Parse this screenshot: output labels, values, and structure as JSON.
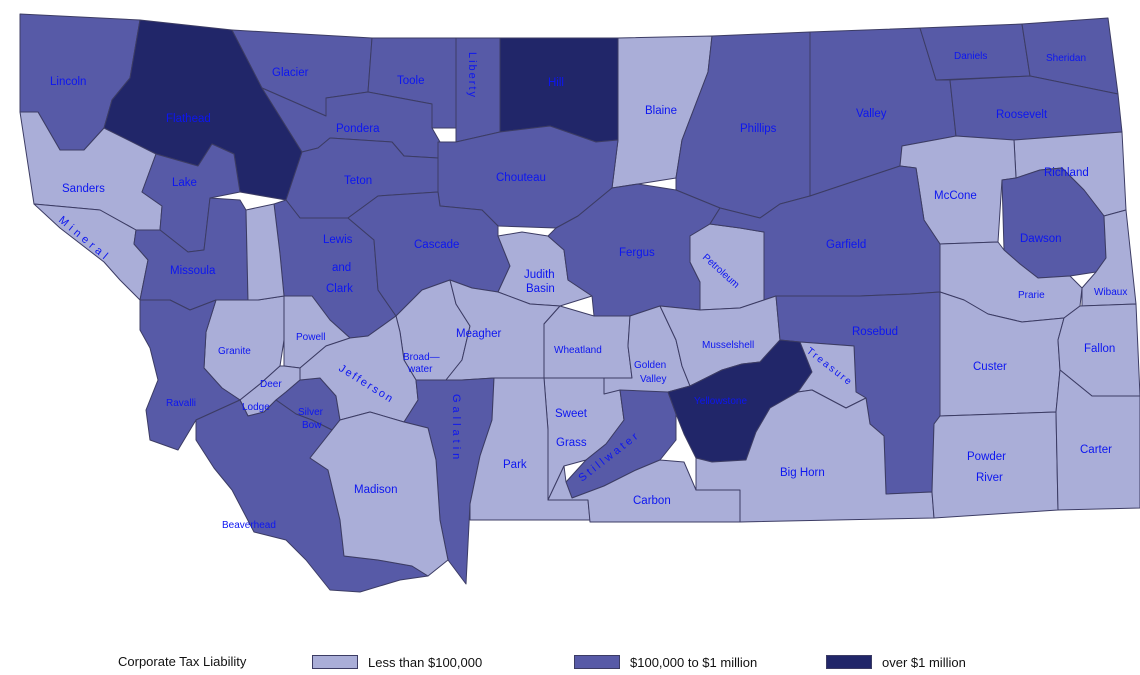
{
  "colors": {
    "low": "#aaaed8",
    "mid": "#575aa7",
    "high": "#212669",
    "border": "#3c3c64",
    "label": "#0d16f0"
  },
  "legend": {
    "title": "Corporate Tax Liability",
    "items": [
      {
        "key": "low",
        "label": "Less than $100,000"
      },
      {
        "key": "mid",
        "label": "$100,000 to $1 million"
      },
      {
        "key": "high",
        "label": "over $1 million"
      }
    ]
  },
  "counties": [
    {
      "name": "Lincoln",
      "cat": "mid"
    },
    {
      "name": "Flathead",
      "cat": "high"
    },
    {
      "name": "Glacier",
      "cat": "mid"
    },
    {
      "name": "Toole",
      "cat": "mid"
    },
    {
      "name": "Liberty",
      "cat": "mid"
    },
    {
      "name": "Hill",
      "cat": "high"
    },
    {
      "name": "Blaine",
      "cat": "low"
    },
    {
      "name": "Phillips",
      "cat": "mid"
    },
    {
      "name": "Valley",
      "cat": "mid"
    },
    {
      "name": "Daniels",
      "cat": "mid"
    },
    {
      "name": "Sheridan",
      "cat": "mid"
    },
    {
      "name": "Roosevelt",
      "cat": "mid"
    },
    {
      "name": "Sanders",
      "cat": "low"
    },
    {
      "name": "Lake",
      "cat": "mid"
    },
    {
      "name": "Pondera",
      "cat": "mid"
    },
    {
      "name": "Teton",
      "cat": "mid"
    },
    {
      "name": "Chouteau",
      "cat": "mid"
    },
    {
      "name": "Richland",
      "cat": "low"
    },
    {
      "name": "McCone",
      "cat": "low"
    },
    {
      "name": "Mineral",
      "cat": "low"
    },
    {
      "name": "Missoula",
      "cat": "mid"
    },
    {
      "name": "Lewis and Clark",
      "cat": "mid"
    },
    {
      "name": "Cascade",
      "cat": "mid"
    },
    {
      "name": "Judith Basin",
      "cat": "low"
    },
    {
      "name": "Fergus",
      "cat": "mid"
    },
    {
      "name": "Petroleum",
      "cat": "low"
    },
    {
      "name": "Garfield",
      "cat": "mid"
    },
    {
      "name": "Dawson",
      "cat": "mid"
    },
    {
      "name": "Prairie",
      "cat": "low"
    },
    {
      "name": "Wibaux",
      "cat": "low"
    },
    {
      "name": "Granite",
      "cat": "low"
    },
    {
      "name": "Powell",
      "cat": "low"
    },
    {
      "name": "Broadwater",
      "cat": "low"
    },
    {
      "name": "Meagher",
      "cat": "low"
    },
    {
      "name": "Wheatland",
      "cat": "low"
    },
    {
      "name": "Golden Valley",
      "cat": "low"
    },
    {
      "name": "Musselshell",
      "cat": "low"
    },
    {
      "name": "Rosebud",
      "cat": "mid"
    },
    {
      "name": "Custer",
      "cat": "low"
    },
    {
      "name": "Fallon",
      "cat": "low"
    },
    {
      "name": "Ravalli",
      "cat": "mid"
    },
    {
      "name": "Deer Lodge",
      "cat": "low"
    },
    {
      "name": "Silver Bow",
      "cat": "mid"
    },
    {
      "name": "Jefferson",
      "cat": "low"
    },
    {
      "name": "Gallatin",
      "cat": "mid"
    },
    {
      "name": "Sweet Grass",
      "cat": "low"
    },
    {
      "name": "Stillwater",
      "cat": "mid"
    },
    {
      "name": "Yellowstone",
      "cat": "high"
    },
    {
      "name": "Treasure",
      "cat": "low"
    },
    {
      "name": "Beaverhead",
      "cat": "mid"
    },
    {
      "name": "Madison",
      "cat": "low"
    },
    {
      "name": "Park",
      "cat": "low"
    },
    {
      "name": "Carbon",
      "cat": "low"
    },
    {
      "name": "Big Horn",
      "cat": "low"
    },
    {
      "name": "Powder River",
      "cat": "low"
    },
    {
      "name": "Carter",
      "cat": "low"
    }
  ],
  "labels": {
    "lincoln": "Lincoln",
    "flathead": "Flathead",
    "glacier": "Glacier",
    "toole": "Toole",
    "liberty": "Liberty",
    "hill": "Hill",
    "blaine": "Blaine",
    "phillips": "Phillips",
    "valley": "Valley",
    "daniels": "Daniels",
    "sheridan": "Sheridan",
    "roosevelt": "Roosevelt",
    "sanders": "Sanders",
    "lake": "Lake",
    "pondera": "Pondera",
    "teton": "Teton",
    "chouteau": "Chouteau",
    "richland": "Richland",
    "mccone": "McCone",
    "mineral": "Mineral",
    "missoula": "Missoula",
    "lewis1": "Lewis",
    "lewis2": "and",
    "lewis3": "Clark",
    "cascade": "Cascade",
    "judith1": "Judith",
    "judith2": "Basin",
    "fergus": "Fergus",
    "petroleum": "Petroleum",
    "garfield": "Garfield",
    "dawson": "Dawson",
    "prairie": "Prarie",
    "wibaux": "Wibaux",
    "granite": "Granite",
    "powell": "Powell",
    "broad1": "Broad—",
    "broad2": "water",
    "meagher": "Meagher",
    "wheatland": "Wheatland",
    "golden1": "Golden",
    "golden2": "Valley",
    "musselshell": "Musselshell",
    "rosebud": "Rosebud",
    "custer": "Custer",
    "fallon": "Fallon",
    "ravalli": "Ravalli",
    "deer": "Deer",
    "lodge": "Lodge",
    "silver": "Silver",
    "bow": "Bow",
    "jefferson": "Jefferson",
    "gallatin": "Gallatin",
    "sweet": "Sweet",
    "grass": "Grass",
    "stillwater": "Stillwater",
    "yellowstone": "Yellowstone",
    "treasure": "Treasure",
    "beaverhead": "Beaverhead",
    "madison": "Madison",
    "park": "Park",
    "carbon": "Carbon",
    "bighorn": "Big Horn",
    "powder1": "Powder",
    "powder2": "River",
    "carter": "Carter"
  }
}
